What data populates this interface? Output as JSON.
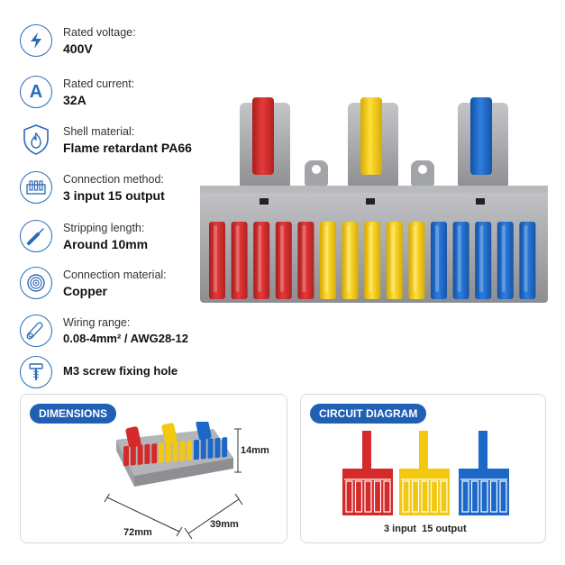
{
  "specs": [
    {
      "icon": "lightning-icon",
      "label": "Rated voltage:",
      "value": "400V"
    },
    {
      "icon": "letter-a-icon",
      "label": "Rated current:",
      "value": "32A"
    },
    {
      "icon": "flame-shield-icon",
      "label": "Shell material:",
      "value": "Flame retardant PA66"
    },
    {
      "icon": "connector-icon",
      "label": "Connection method:",
      "value": "3 input 15 output"
    },
    {
      "icon": "wire-strip-icon",
      "label": "Stripping length:",
      "value": "Around 10mm"
    },
    {
      "icon": "copper-coil-icon",
      "label": "Connection material:",
      "value": "Copper"
    },
    {
      "icon": "wire-range-icon",
      "label": "Wiring range:",
      "value": "0.08-4mm² / AWG28-12"
    },
    {
      "icon": "screw-icon",
      "value": "M3 screw fixing hole"
    }
  ],
  "dimensions_panel": {
    "title": "DIMENSIONS",
    "height_label": "14mm",
    "length_label": "72mm",
    "width_label": "39mm"
  },
  "circuit_panel": {
    "title": "CIRCUIT DIAGRAM",
    "caption": "3 input  15 output"
  },
  "colors": {
    "accent_blue": "#1f5fb4",
    "lever_red": "#d42a2a",
    "lever_yellow": "#f2c811",
    "lever_blue": "#1c68c9",
    "housing_gray": "#a9aaad"
  }
}
